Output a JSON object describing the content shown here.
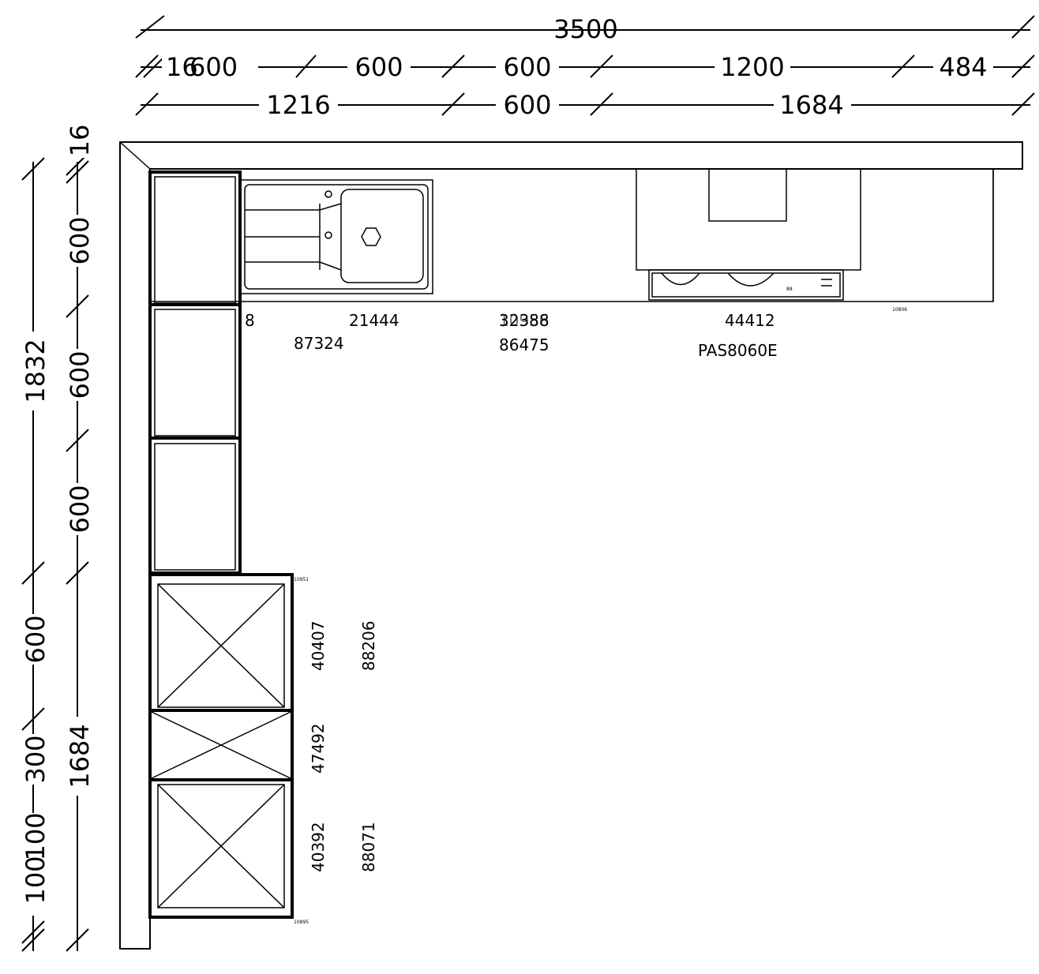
{
  "dimensions": {
    "top_total": "3500",
    "top_row2": {
      "d0": "16",
      "d1": "600",
      "d2": "600",
      "d3": "600",
      "d4": "1200",
      "d5": "484"
    },
    "top_row3": {
      "d1": "1216",
      "d2": "600",
      "d3": "1684"
    },
    "left_total": "1832",
    "left_col2": {
      "d0": "16",
      "d1": "600",
      "d2": "600",
      "d3": "600"
    },
    "left_col2b": {
      "d1": "1684"
    },
    "left_outer": {
      "d1": "600",
      "d2": "300",
      "d3": "100",
      "d4": "100"
    }
  },
  "codes": {
    "c1": "8",
    "c2": "21444",
    "c3": "87324",
    "c4a": "32388",
    "c4b": "10956",
    "c5": "86475",
    "c6": "44412",
    "c7": "PAS8060E",
    "c8": "40407",
    "c9": "88206",
    "c10": "47492",
    "c11": "40392",
    "c12": "88071"
  }
}
